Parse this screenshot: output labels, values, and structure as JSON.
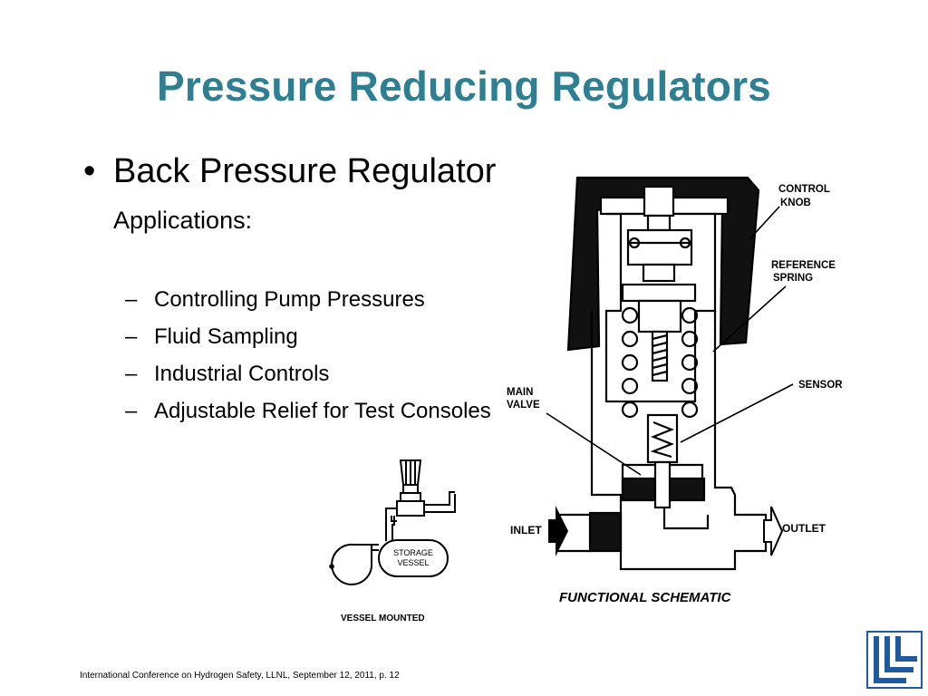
{
  "slide": {
    "title": "Pressure Reducing Regulators",
    "bullet": "Back Pressure Regulator",
    "sublabel": "Applications:",
    "applications": [
      "Controlling Pump Pressures",
      "Fluid Sampling",
      "Industrial Controls",
      "Adjustable Relief for Test Consoles"
    ],
    "footer": "International Conference on Hydrogen Safety, LLNL, September 12, 2011, p. 12"
  },
  "vessel_figure": {
    "storage_label_line1": "STORAGE",
    "storage_label_line2": "VESSEL",
    "caption": "VESSEL MOUNTED"
  },
  "schematic": {
    "control_knob_line1": "CONTROL",
    "control_knob_line2": "KNOB",
    "reference_spring_line1": "REFERENCE",
    "reference_spring_line2": "SPRING",
    "sensor": "SENSOR",
    "main_valve_line1": "MAIN",
    "main_valve_line2": "VALVE",
    "inlet": "INLET",
    "outlet": "OUTLET",
    "caption": "FUNCTIONAL SCHEMATIC"
  },
  "colors": {
    "title": "#2f7f93",
    "logo_blue": "#1f5aa0"
  }
}
